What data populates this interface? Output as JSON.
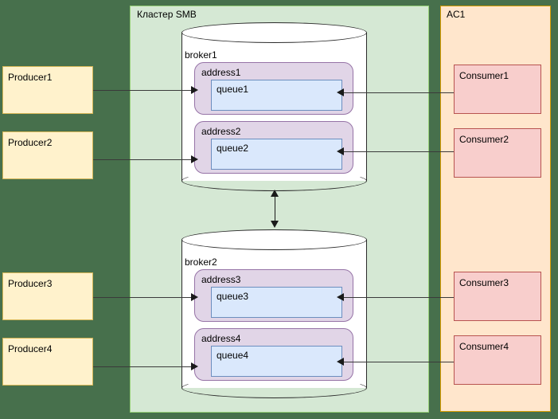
{
  "cluster": {
    "label": "Кластер SMB",
    "fill": "#d5e8d4",
    "stroke": "#97d077"
  },
  "ac": {
    "label": "AC1",
    "fill": "#ffe6cc",
    "stroke": "#d79b00"
  },
  "background": {
    "fill": "#47704c"
  },
  "producers": [
    {
      "label": "Producer1"
    },
    {
      "label": "Producer2"
    },
    {
      "label": "Producer3"
    },
    {
      "label": "Producer4"
    }
  ],
  "consumers": [
    {
      "label": "Consumer1"
    },
    {
      "label": "Consumer2"
    },
    {
      "label": "Consumer3"
    },
    {
      "label": "Consumer4"
    }
  ],
  "brokers": [
    {
      "label": "broker1",
      "addresses": [
        {
          "label": "address1",
          "queue": {
            "label": "queue1"
          }
        },
        {
          "label": "address2",
          "queue": {
            "label": "queue2"
          }
        }
      ]
    },
    {
      "label": "broker2",
      "addresses": [
        {
          "label": "address3",
          "queue": {
            "label": "queue3"
          }
        },
        {
          "label": "address4",
          "queue": {
            "label": "queue4"
          }
        }
      ]
    }
  ],
  "colors": {
    "producer_fill": "#fff2cc",
    "producer_stroke": "#d6b656",
    "consumer_fill": "#f8cecc",
    "consumer_stroke": "#b85450",
    "address_fill": "#e1d5e7",
    "address_stroke": "#9673a6",
    "queue_fill": "#dae8fc",
    "queue_stroke": "#6c8ebf",
    "broker_fill": "#ffffff",
    "broker_stroke": "#2b2b2b",
    "edge": "#1a1a1a"
  }
}
